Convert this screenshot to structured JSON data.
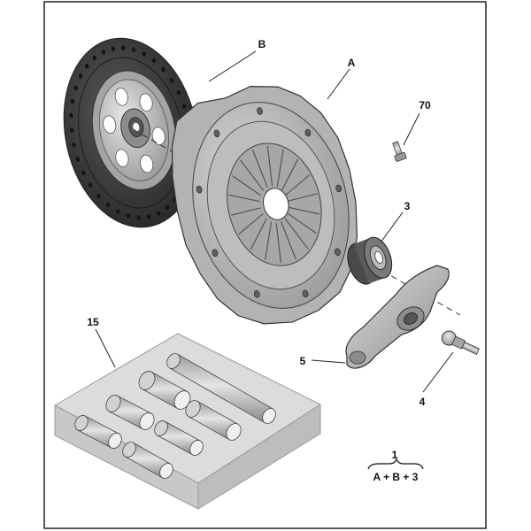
{
  "labels": {
    "B": "B",
    "A": "A",
    "70": "70",
    "3": "3",
    "15": "15",
    "5": "5",
    "4": "4"
  },
  "formula": {
    "top": "1",
    "bottom": "A + B + 3"
  },
  "colors": {
    "frame": "#222222",
    "metal_light": "#c9c9c9",
    "metal_mid": "#a9a9a9",
    "metal_dark": "#6f6f6f",
    "friction": "#3b3b3b",
    "box": "#d4d4d4"
  }
}
